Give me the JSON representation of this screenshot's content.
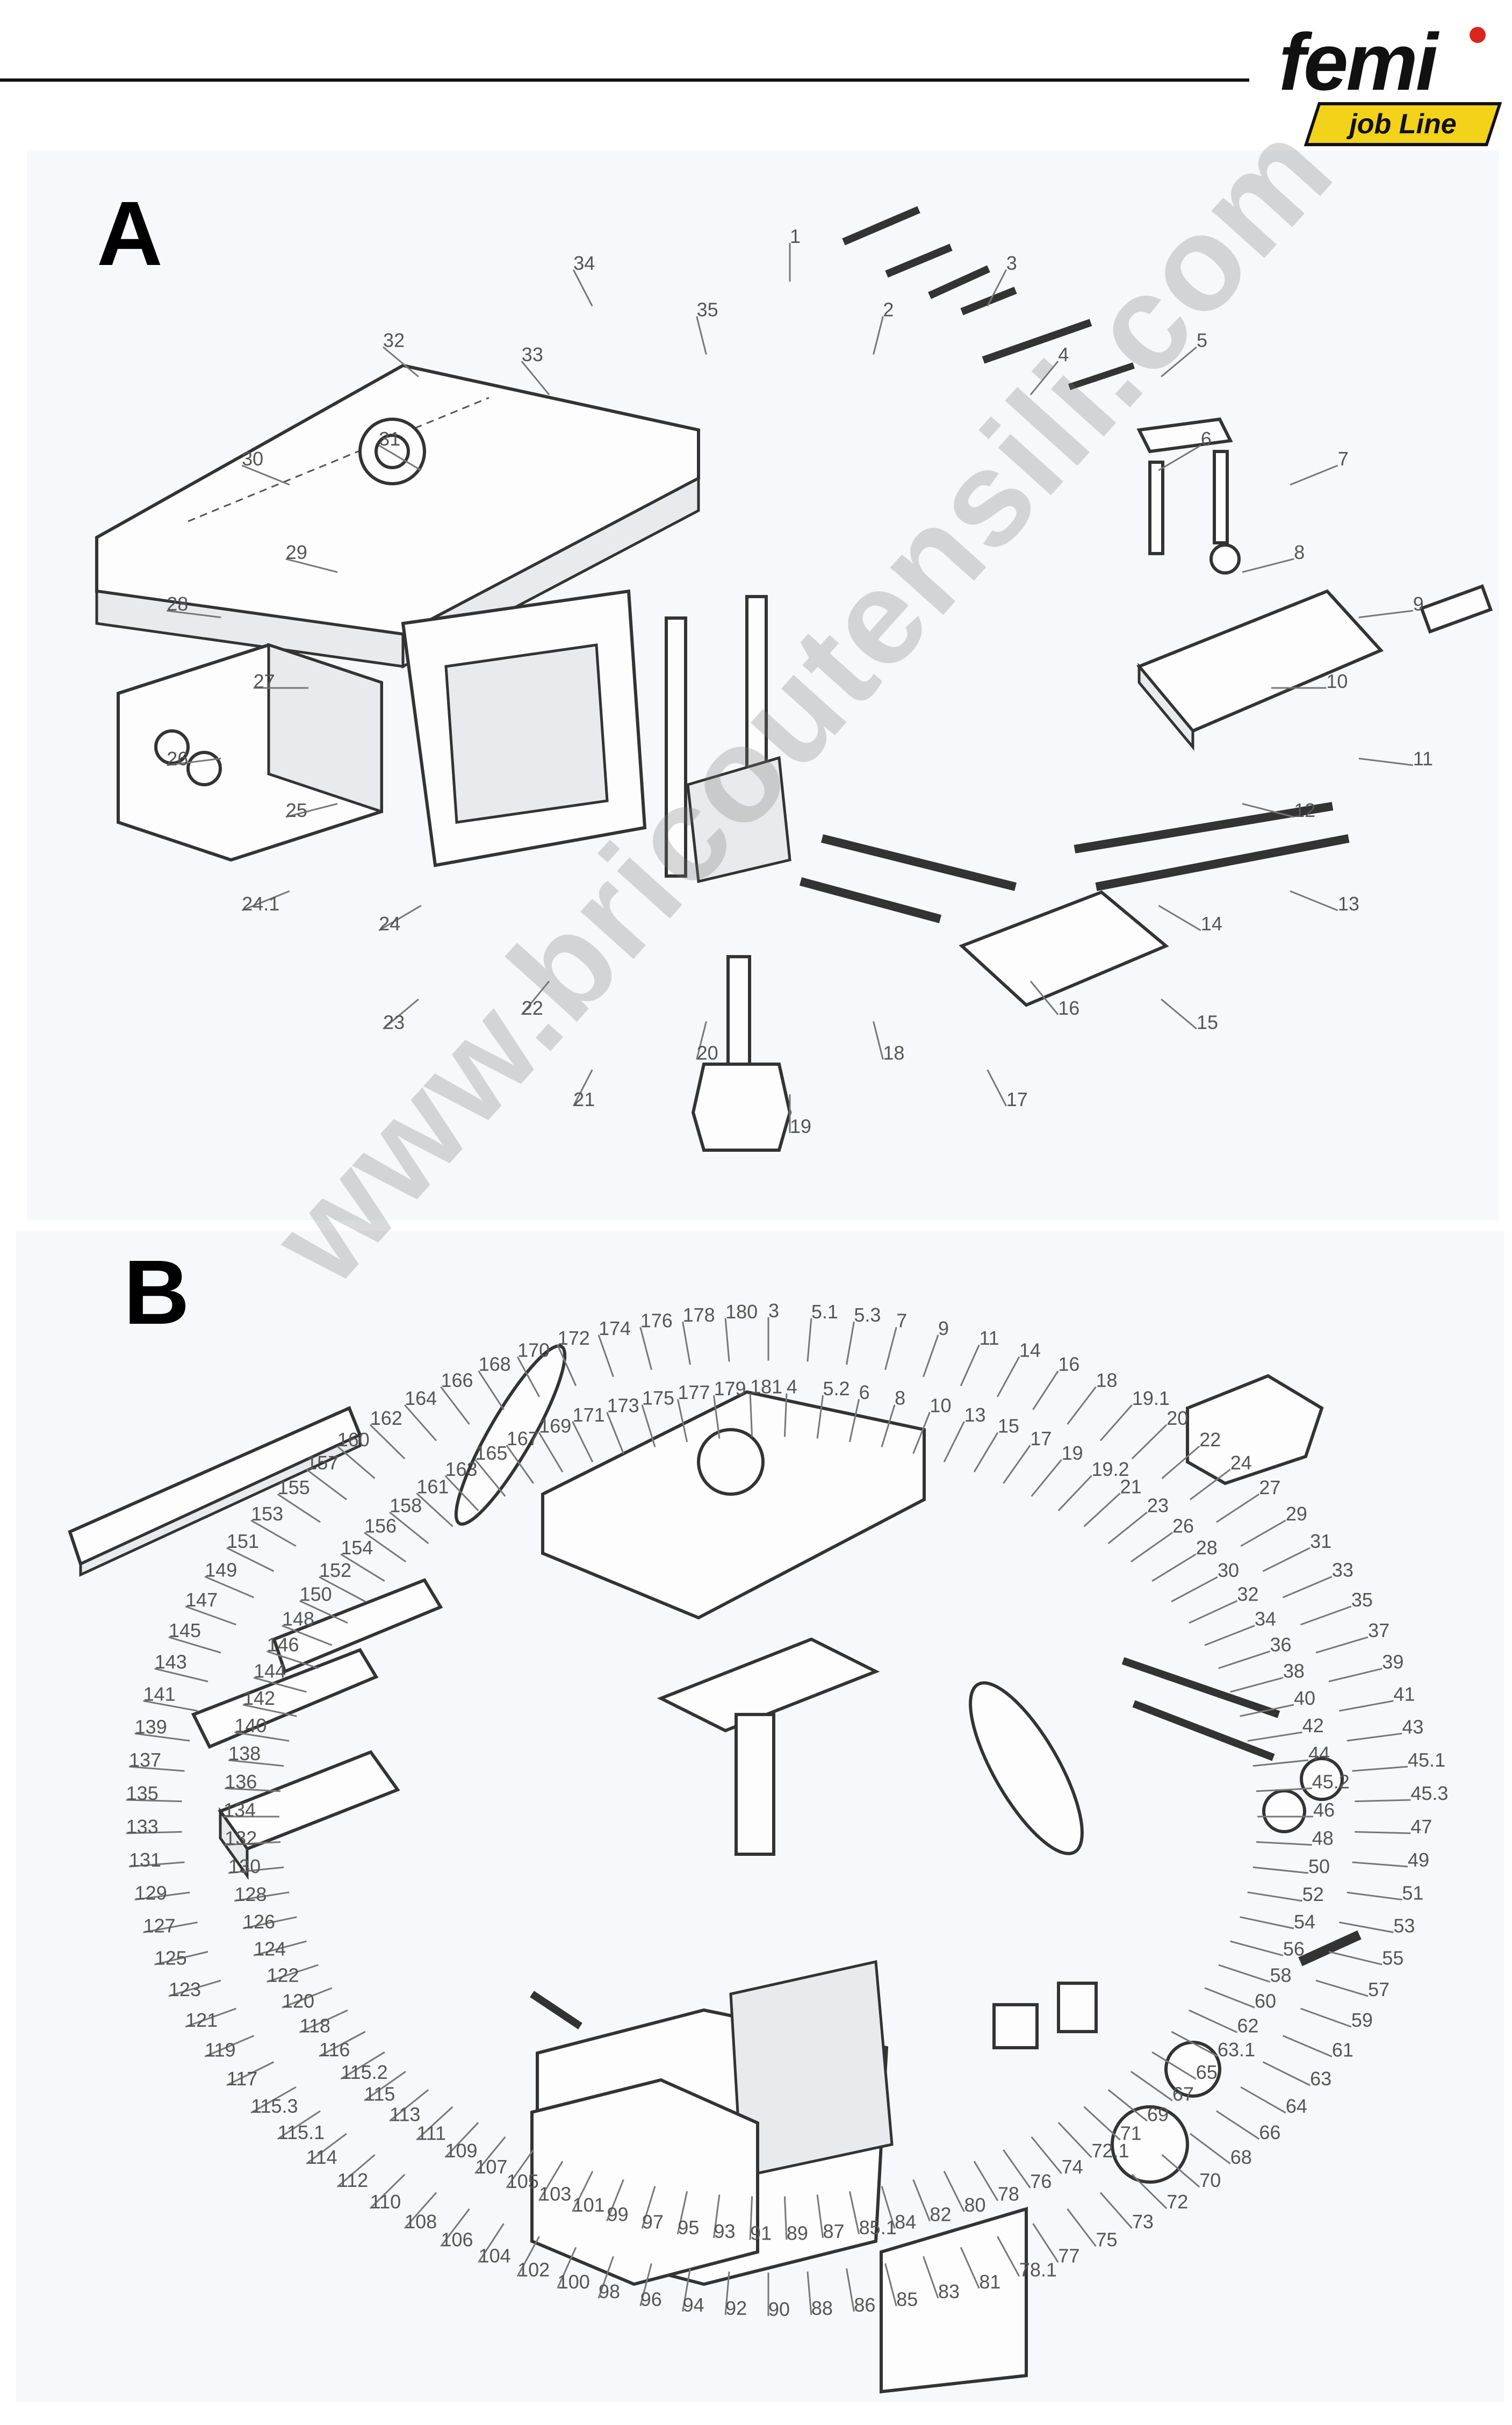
{
  "header": {
    "brand": "femi",
    "tagline": "job Line",
    "accent_color": "#d8261d",
    "tag_color": "#f3d21a"
  },
  "watermark": "www.bricoutensili.com",
  "panels": [
    {
      "letter": "A",
      "callouts": [
        "1",
        "2",
        "3",
        "4",
        "5",
        "6",
        "7",
        "8",
        "9",
        "10",
        "11",
        "12",
        "13",
        "14",
        "15",
        "16",
        "17",
        "18",
        "19",
        "20",
        "21",
        "22",
        "23",
        "24",
        "24.1",
        "25",
        "26",
        "27",
        "28",
        "29",
        "30",
        "31",
        "32",
        "33",
        "34",
        "35"
      ]
    },
    {
      "letter": "B",
      "callouts": [
        "3",
        "4",
        "5.1",
        "5.2",
        "5.3",
        "6",
        "7",
        "8",
        "9",
        "10",
        "11",
        "13",
        "14",
        "15",
        "16",
        "17",
        "18",
        "19",
        "19.1",
        "19.2",
        "20",
        "21",
        "22",
        "23",
        "24",
        "26",
        "27",
        "28",
        "29",
        "30",
        "31",
        "32",
        "33",
        "34",
        "35",
        "36",
        "37",
        "38",
        "39",
        "40",
        "41",
        "42",
        "43",
        "44",
        "45.1",
        "45.2",
        "45.3",
        "46",
        "47",
        "48",
        "49",
        "50",
        "51",
        "52",
        "53",
        "54",
        "55",
        "56",
        "57",
        "58",
        "59",
        "60",
        "61",
        "62",
        "63",
        "63.1",
        "64",
        "65",
        "66",
        "67",
        "68",
        "69",
        "70",
        "71",
        "72",
        "72.1",
        "73",
        "74",
        "75",
        "76",
        "77",
        "78",
        "78.1",
        "80",
        "81",
        "82",
        "83",
        "84",
        "85",
        "85.1",
        "86",
        "87",
        "88",
        "89",
        "90",
        "91",
        "92",
        "93",
        "94",
        "95",
        "96",
        "97",
        "98",
        "99",
        "100",
        "101",
        "102",
        "103",
        "104",
        "105",
        "106",
        "107",
        "108",
        "109",
        "110",
        "111",
        "112",
        "113",
        "114",
        "115",
        "115.1",
        "115.2",
        "115.3",
        "116",
        "117",
        "118",
        "119",
        "120",
        "121",
        "122",
        "123",
        "124",
        "125",
        "126",
        "127",
        "128",
        "129",
        "130",
        "131",
        "132",
        "133",
        "134",
        "135",
        "136",
        "137",
        "138",
        "139",
        "140",
        "141",
        "142",
        "143",
        "144",
        "145",
        "146",
        "147",
        "148",
        "149",
        "150",
        "151",
        "152",
        "153",
        "154",
        "155",
        "156",
        "157",
        "158",
        "160",
        "161",
        "162",
        "163",
        "164",
        "165",
        "166",
        "167",
        "168",
        "169",
        "170",
        "171",
        "172",
        "173",
        "174",
        "175",
        "176",
        "177",
        "178",
        "179",
        "180",
        "181"
      ]
    }
  ]
}
